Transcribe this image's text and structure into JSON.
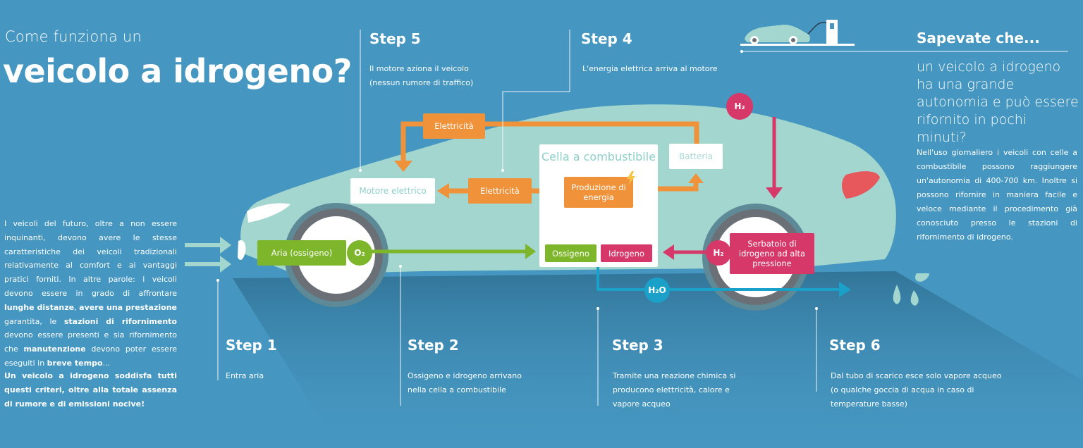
{
  "header": {
    "title_small": "Come funziona un",
    "title_big": "veicolo a idrogeno?"
  },
  "intro": {
    "p1_a": "I veicoli del futuro, oltre a non essere inquinanti, devono avere le stesse caratteristiche dei veicoli tradizionali relativamente al comfort e ai vantaggi pratici forniti. In altre parole: i veicoli devono essere in grado di affrontare ",
    "p1_b1": "lunghe distanze",
    "p1_c": ", ",
    "p1_b2": "avere una prestazione",
    "p1_d": " garantita, le ",
    "p1_b3": "stazioni di rifornimento",
    "p1_e": " devono essere presenti e sia rifornimento che ",
    "p1_b4": "manutenzione",
    "p1_f": " devono poter essere eseguiti in ",
    "p1_b5": "breve tempo",
    "p1_g": "...",
    "p2": "Un veicolo a idrogeno soddisfa tutti questi criteri, oltre alla totale assenza di rumore e di emissioni nocive!"
  },
  "steps": {
    "s1": {
      "title": "Step 1",
      "text": "Entra aria"
    },
    "s2": {
      "title": "Step 2",
      "text": "Ossigeno e idrogeno arrivano nella cella a combustibile"
    },
    "s3": {
      "title": "Step 3",
      "text": "Tramite una reazione chimica si producono elettricità, calore e vapore acqueo"
    },
    "s4": {
      "title": "Step 4",
      "text": "L'energia elettrica arriva al motore"
    },
    "s5": {
      "title": "Step 5",
      "text": "Il motore aziona il veicolo (nessun rumore di traffico)"
    },
    "s6": {
      "title": "Step 6",
      "text": "Dal tubo di scarico esce solo vapore acqueo (o qualche goccia di acqua in caso di temperature basse)"
    }
  },
  "sapevate": {
    "title": "Sapevate che...",
    "subtitle": "un veicolo a idrogeno ha una grande autonomia e può essere rifornito in pochi minuti?",
    "body": "Nell'uso giornaliero i veicoli con celle a combustibile possono raggiungere un'autonomia di 400-700 km. Inoltre si possono rifornire in maniera facile e veloce mediante il procedimento già conosciuto presso le stazioni di rifornimento di idrogeno."
  },
  "diagram": {
    "elettricita_top": "Elettricità",
    "elettricita_mid": "Elettricità",
    "motore": "Motore elettrico",
    "cella": "Cella a combustibile",
    "batteria": "Batteria",
    "produzione": "Produzione di energia",
    "ossigeno": "Ossigeno",
    "idrogeno": "Idrogeno",
    "aria": "Aria (ossigeno)",
    "o2": "O₂",
    "h2_tank": "H₂",
    "h2_top": "H₂",
    "serbatoio": "Serbatoio di idrogeno ad alta pressione",
    "h2o": "H₂O"
  },
  "colors": {
    "background": "#4596c0",
    "car_body": "#a3d6cf",
    "orange": "#f0923a",
    "green": "#7db62a",
    "pink": "#d7386a",
    "blue": "#1aa0c9",
    "tire": "#6b7077"
  }
}
